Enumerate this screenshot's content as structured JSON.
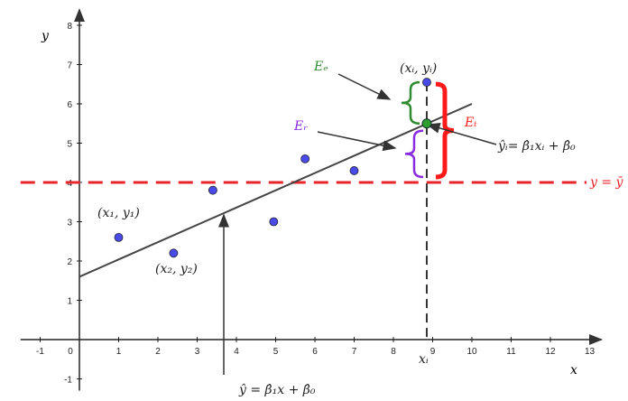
{
  "chart_data": {
    "type": "scatter",
    "xlabel": "x",
    "ylabel": "y",
    "xlim": [
      -1.5,
      13.3
    ],
    "ylim": [
      -1.3,
      8.4
    ],
    "x_ticks": [
      -1,
      0,
      1,
      2,
      3,
      4,
      5,
      6,
      7,
      8,
      9,
      10,
      11,
      12,
      13
    ],
    "y_ticks": [
      -1,
      1,
      2,
      3,
      4,
      5,
      6,
      7,
      8
    ],
    "grid": false,
    "points": [
      {
        "x": 1.0,
        "y": 2.6
      },
      {
        "x": 2.4,
        "y": 2.2
      },
      {
        "x": 3.4,
        "y": 3.8
      },
      {
        "x": 4.95,
        "y": 3.0
      },
      {
        "x": 5.75,
        "y": 4.6
      },
      {
        "x": 7.0,
        "y": 4.3
      },
      {
        "x": 8.85,
        "y": 6.55
      }
    ],
    "fitted_point": {
      "x": 8.85,
      "y": 5.5
    },
    "regression_line": {
      "intercept": 1.6,
      "slope": 0.44,
      "x_range": [
        0,
        10
      ]
    },
    "mean_line_y": 4,
    "x_i": 8.85,
    "labels": {
      "p1": "(x₁, y₁)",
      "p2": "(x₂, y₂)",
      "pi": "(xᵢ, yᵢ)",
      "xi": "xᵢ",
      "Ee": "Eₑ",
      "Er": "Eᵣ",
      "Et": "Eₜ",
      "yhat_i": "ŷᵢ= β̂₁xᵢ + β̂₀",
      "yhat": "ŷ = β̂₁x + β̂₀",
      "ybar": "y = ȳ"
    },
    "colors": {
      "points": "#4a4ae8",
      "fitted": "#2e9e2e",
      "mean_line": "#e8252a",
      "Ee": "#2e8b2e",
      "Er": "#8a2be2",
      "Et": "#ff1a1a",
      "line": "#444444"
    }
  }
}
